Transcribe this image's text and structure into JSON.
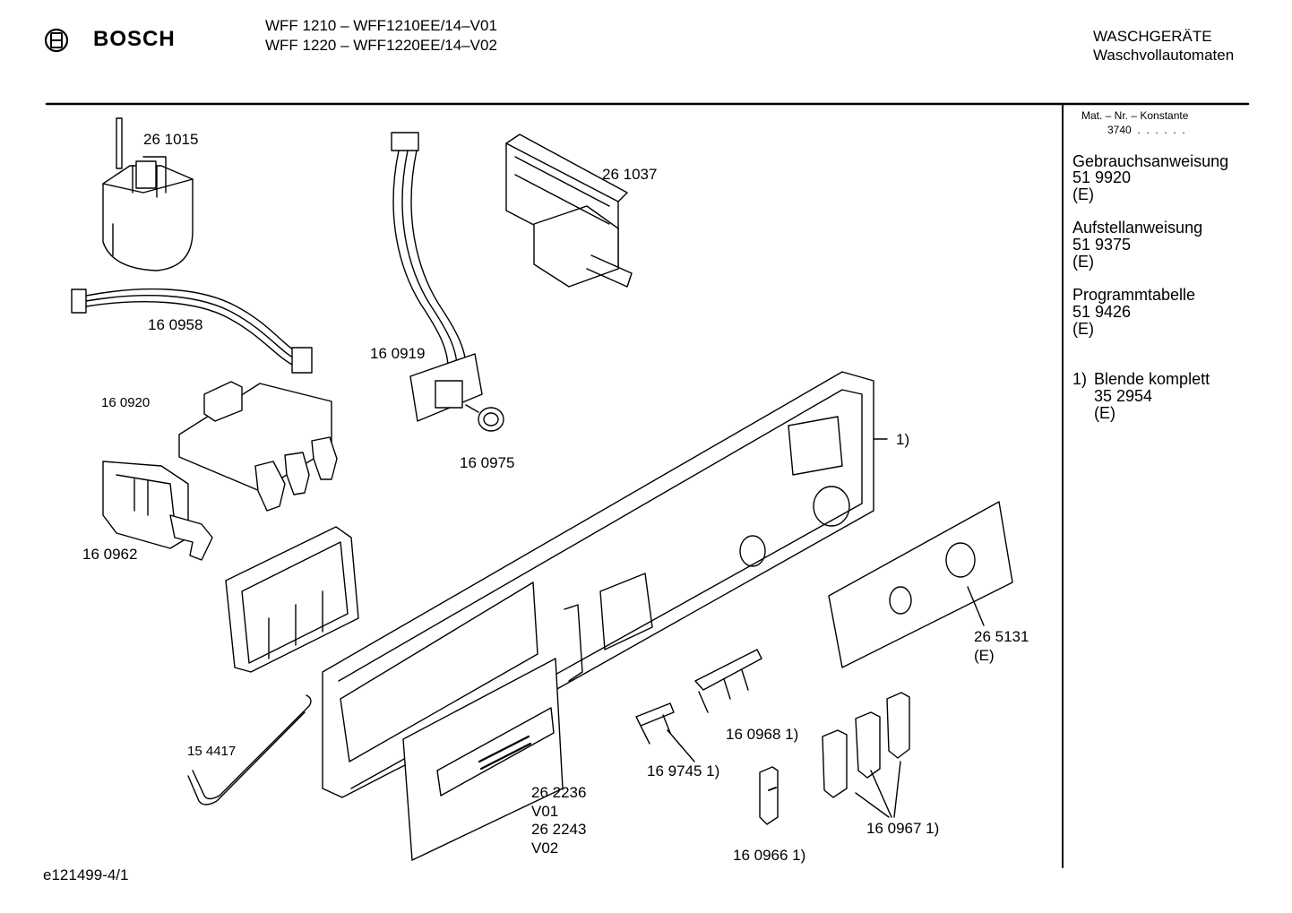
{
  "header": {
    "brand": "BOSCH",
    "models": [
      "WFF 1210 – WFF1210EE/14–V01",
      "WFF 1220 – WFF1220EE/14–V02"
    ],
    "category": "WASCHGERÄTE",
    "subcategory": "Waschvollautomaten"
  },
  "sidebar": {
    "mat_label": "Mat. – Nr. – Konstante",
    "mat_value": "3740  .  .  .  .  .  .",
    "docs": [
      {
        "title": "Gebrauchsanweisung",
        "number": "51 9920",
        "lang": "(E)"
      },
      {
        "title": "Aufstellanweisung",
        "number": "51 9375",
        "lang": "(E)"
      },
      {
        "title": "Programmtabelle",
        "number": "51 9426",
        "lang": "(E)"
      }
    ],
    "note": {
      "marker": "1)",
      "title": "Blende komplett",
      "number": "35 2954",
      "lang": "(E)"
    }
  },
  "parts": {
    "p261015": "26 1015",
    "p160958": "16 0958",
    "p160920": "16 0920",
    "p160962": "16 0962",
    "p160919": "16 0919",
    "p160975": "16 0975",
    "p261037": "26 1037",
    "panel_ref": "1)",
    "p265131": "26 5131",
    "p265131_lang": "(E)",
    "p154417": "15 4417",
    "p262236": "26 2236",
    "v01": "V01",
    "p262243": "26 2243",
    "v02": "V02",
    "p160968": "16 0968 1)",
    "p169745": "16 9745 1)",
    "p160966": "16 0966 1)",
    "p160967": "16 0967 1)"
  },
  "footer": {
    "drawing_id": "e121499-4/1"
  }
}
